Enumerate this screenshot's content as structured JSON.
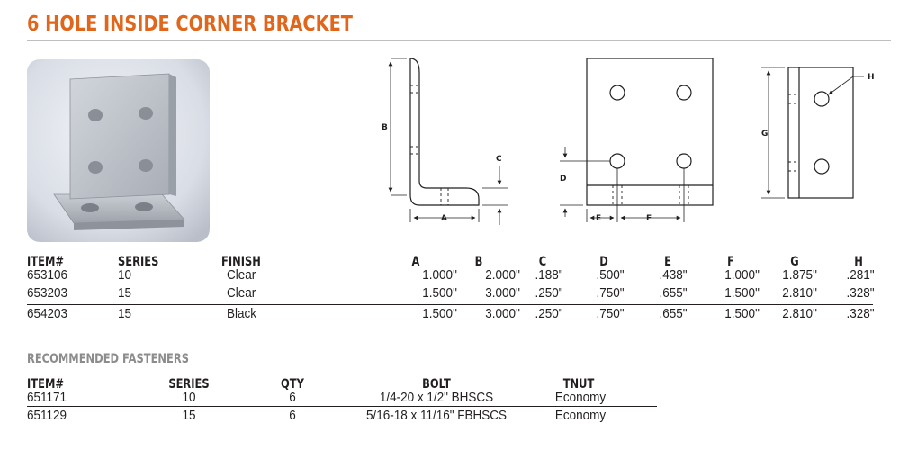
{
  "page": {
    "title": "6 HOLE INSIDE CORNER BRACKET"
  },
  "diagram_labels": {
    "a": "A",
    "b": "B",
    "c": "C",
    "d": "D",
    "e": "E",
    "f": "F",
    "g": "G",
    "h": "H"
  },
  "bracket_table": {
    "headers": {
      "item": "ITEM#",
      "series": "SERIES",
      "finish": "FINISH",
      "a": "A",
      "b": "B",
      "c": "C",
      "d": "D",
      "e": "E",
      "f": "F",
      "g": "G",
      "h": "H"
    },
    "rows": [
      {
        "item": "653106",
        "series": "10",
        "finish": "Clear",
        "a": "1.000\"",
        "b": "2.000\"",
        "c": ".188\"",
        "d": ".500\"",
        "e": ".438\"",
        "f": "1.000\"",
        "g": "1.875\"",
        "h": ".281\""
      },
      {
        "item": "653203",
        "series": "15",
        "finish": "Clear",
        "a": "1.500\"",
        "b": "3.000\"",
        "c": ".250\"",
        "d": ".750\"",
        "e": ".655\"",
        "f": "1.500\"",
        "g": "2.810\"",
        "h": ".328\""
      },
      {
        "item": "654203",
        "series": "15",
        "finish": "Black",
        "a": "1.500\"",
        "b": "3.000\"",
        "c": ".250\"",
        "d": ".750\"",
        "e": ".655\"",
        "f": "1.500\"",
        "g": "2.810\"",
        "h": ".328\""
      }
    ]
  },
  "fasteners": {
    "heading": "RECOMMENDED FASTENERS",
    "headers": {
      "item": "ITEM#",
      "series": "SERIES",
      "qty": "QTY",
      "bolt": "BOLT",
      "tnut": "TNUT"
    },
    "rows": [
      {
        "item": "651171",
        "series": "10",
        "qty": "6",
        "bolt": "1/4-20 x 1/2\" BHSCS",
        "tnut": "Economy"
      },
      {
        "item": "651129",
        "series": "15",
        "qty": "6",
        "bolt": "5/16-18 x 11/16\" FBHSCS",
        "tnut": "Economy"
      }
    ]
  }
}
